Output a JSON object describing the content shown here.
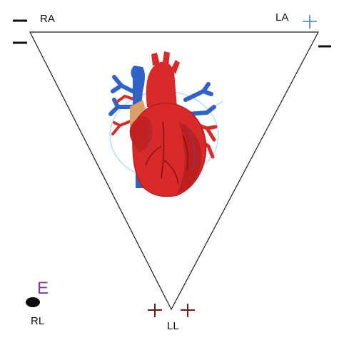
{
  "diagram": {
    "electrodes": {
      "ra": {
        "label": "RA",
        "polarity": "negative"
      },
      "la": {
        "label": "LA",
        "polarity": "positive"
      },
      "ll": {
        "label": "LL",
        "polarity": "positive"
      },
      "rl": {
        "label": "RL",
        "ground_label": "E"
      }
    },
    "colors": {
      "triangle": "#1a1a1a",
      "minus": "#111111",
      "la_plus": "#4a7fc0",
      "ll_plus": "#6b1a1a",
      "ground_e": "#7a3ea8",
      "heart_red": "#d92a2a",
      "heart_dark": "#b51d1d",
      "vessel_blue": "#2f63c8",
      "aorta_tan": "#d9a06a",
      "halo": "#9ad6ee"
    }
  }
}
